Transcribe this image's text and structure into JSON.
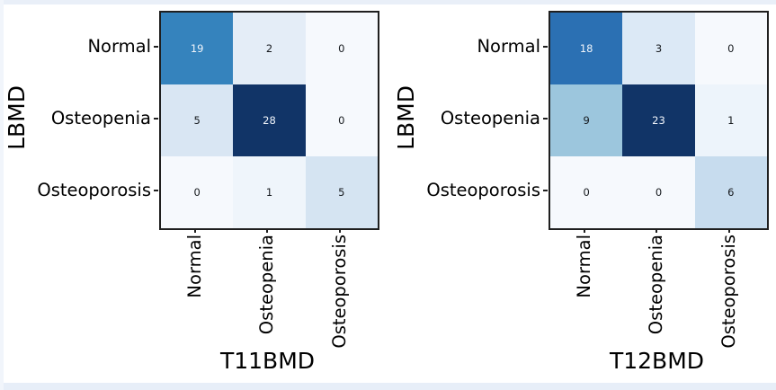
{
  "figure": {
    "background": "#ffffff",
    "frame_top_color": "#e9eff8",
    "frame_bottom_color": "#e7eef8",
    "frame_left_color": "#f1f5fb",
    "axis_line_color": "#1f1f1f",
    "dark_text_color": "#15191d",
    "light_text_color": "#f0f4fa"
  },
  "chart_data": [
    {
      "type": "heatmap",
      "title": "",
      "xlabel": "T11BMD",
      "ylabel": "LBMD",
      "x_categories": [
        "Normal",
        "Osteopenia",
        "Osteoporosis"
      ],
      "y_categories": [
        "Normal",
        "Osteopenia",
        "Osteoporosis"
      ],
      "values": [
        [
          19,
          2,
          0
        ],
        [
          5,
          28,
          0
        ],
        [
          0,
          1,
          5
        ]
      ],
      "colormap": "Blues",
      "value_range": [
        0,
        28
      ],
      "grid": false,
      "legend": "none",
      "cell_colors": [
        [
          "#3583bd",
          "#e4edf7",
          "#f6f9fd"
        ],
        [
          "#d9e6f3",
          "#113467",
          "#f6f9fd"
        ],
        [
          "#f6f9fd",
          "#eff5fb",
          "#d5e4f2"
        ]
      ],
      "text_colors": [
        [
          "#f0f4fa",
          "#15191d",
          "#15191d"
        ],
        [
          "#15191d",
          "#f0f4fa",
          "#15191d"
        ],
        [
          "#15191d",
          "#15191d",
          "#15191d"
        ]
      ]
    },
    {
      "type": "heatmap",
      "title": "",
      "xlabel": "T12BMD",
      "ylabel": "LBMD",
      "x_categories": [
        "Normal",
        "Osteopenia",
        "Osteoporosis"
      ],
      "y_categories": [
        "Normal",
        "Osteopenia",
        "Osteoporosis"
      ],
      "values": [
        [
          18,
          3,
          0
        ],
        [
          9,
          23,
          1
        ],
        [
          0,
          0,
          6
        ]
      ],
      "colormap": "Blues",
      "value_range": [
        0,
        23
      ],
      "grid": false,
      "legend": "none",
      "cell_colors": [
        [
          "#2b70b3",
          "#dce9f6",
          "#f6f9fd"
        ],
        [
          "#9cc6dd",
          "#113467",
          "#edf4fb"
        ],
        [
          "#f6f9fd",
          "#f6f9fd",
          "#c7dcee"
        ]
      ],
      "text_colors": [
        [
          "#f0f4fa",
          "#15191d",
          "#15191d"
        ],
        [
          "#15191d",
          "#f0f4fa",
          "#15191d"
        ],
        [
          "#15191d",
          "#15191d",
          "#15191d"
        ]
      ]
    }
  ]
}
